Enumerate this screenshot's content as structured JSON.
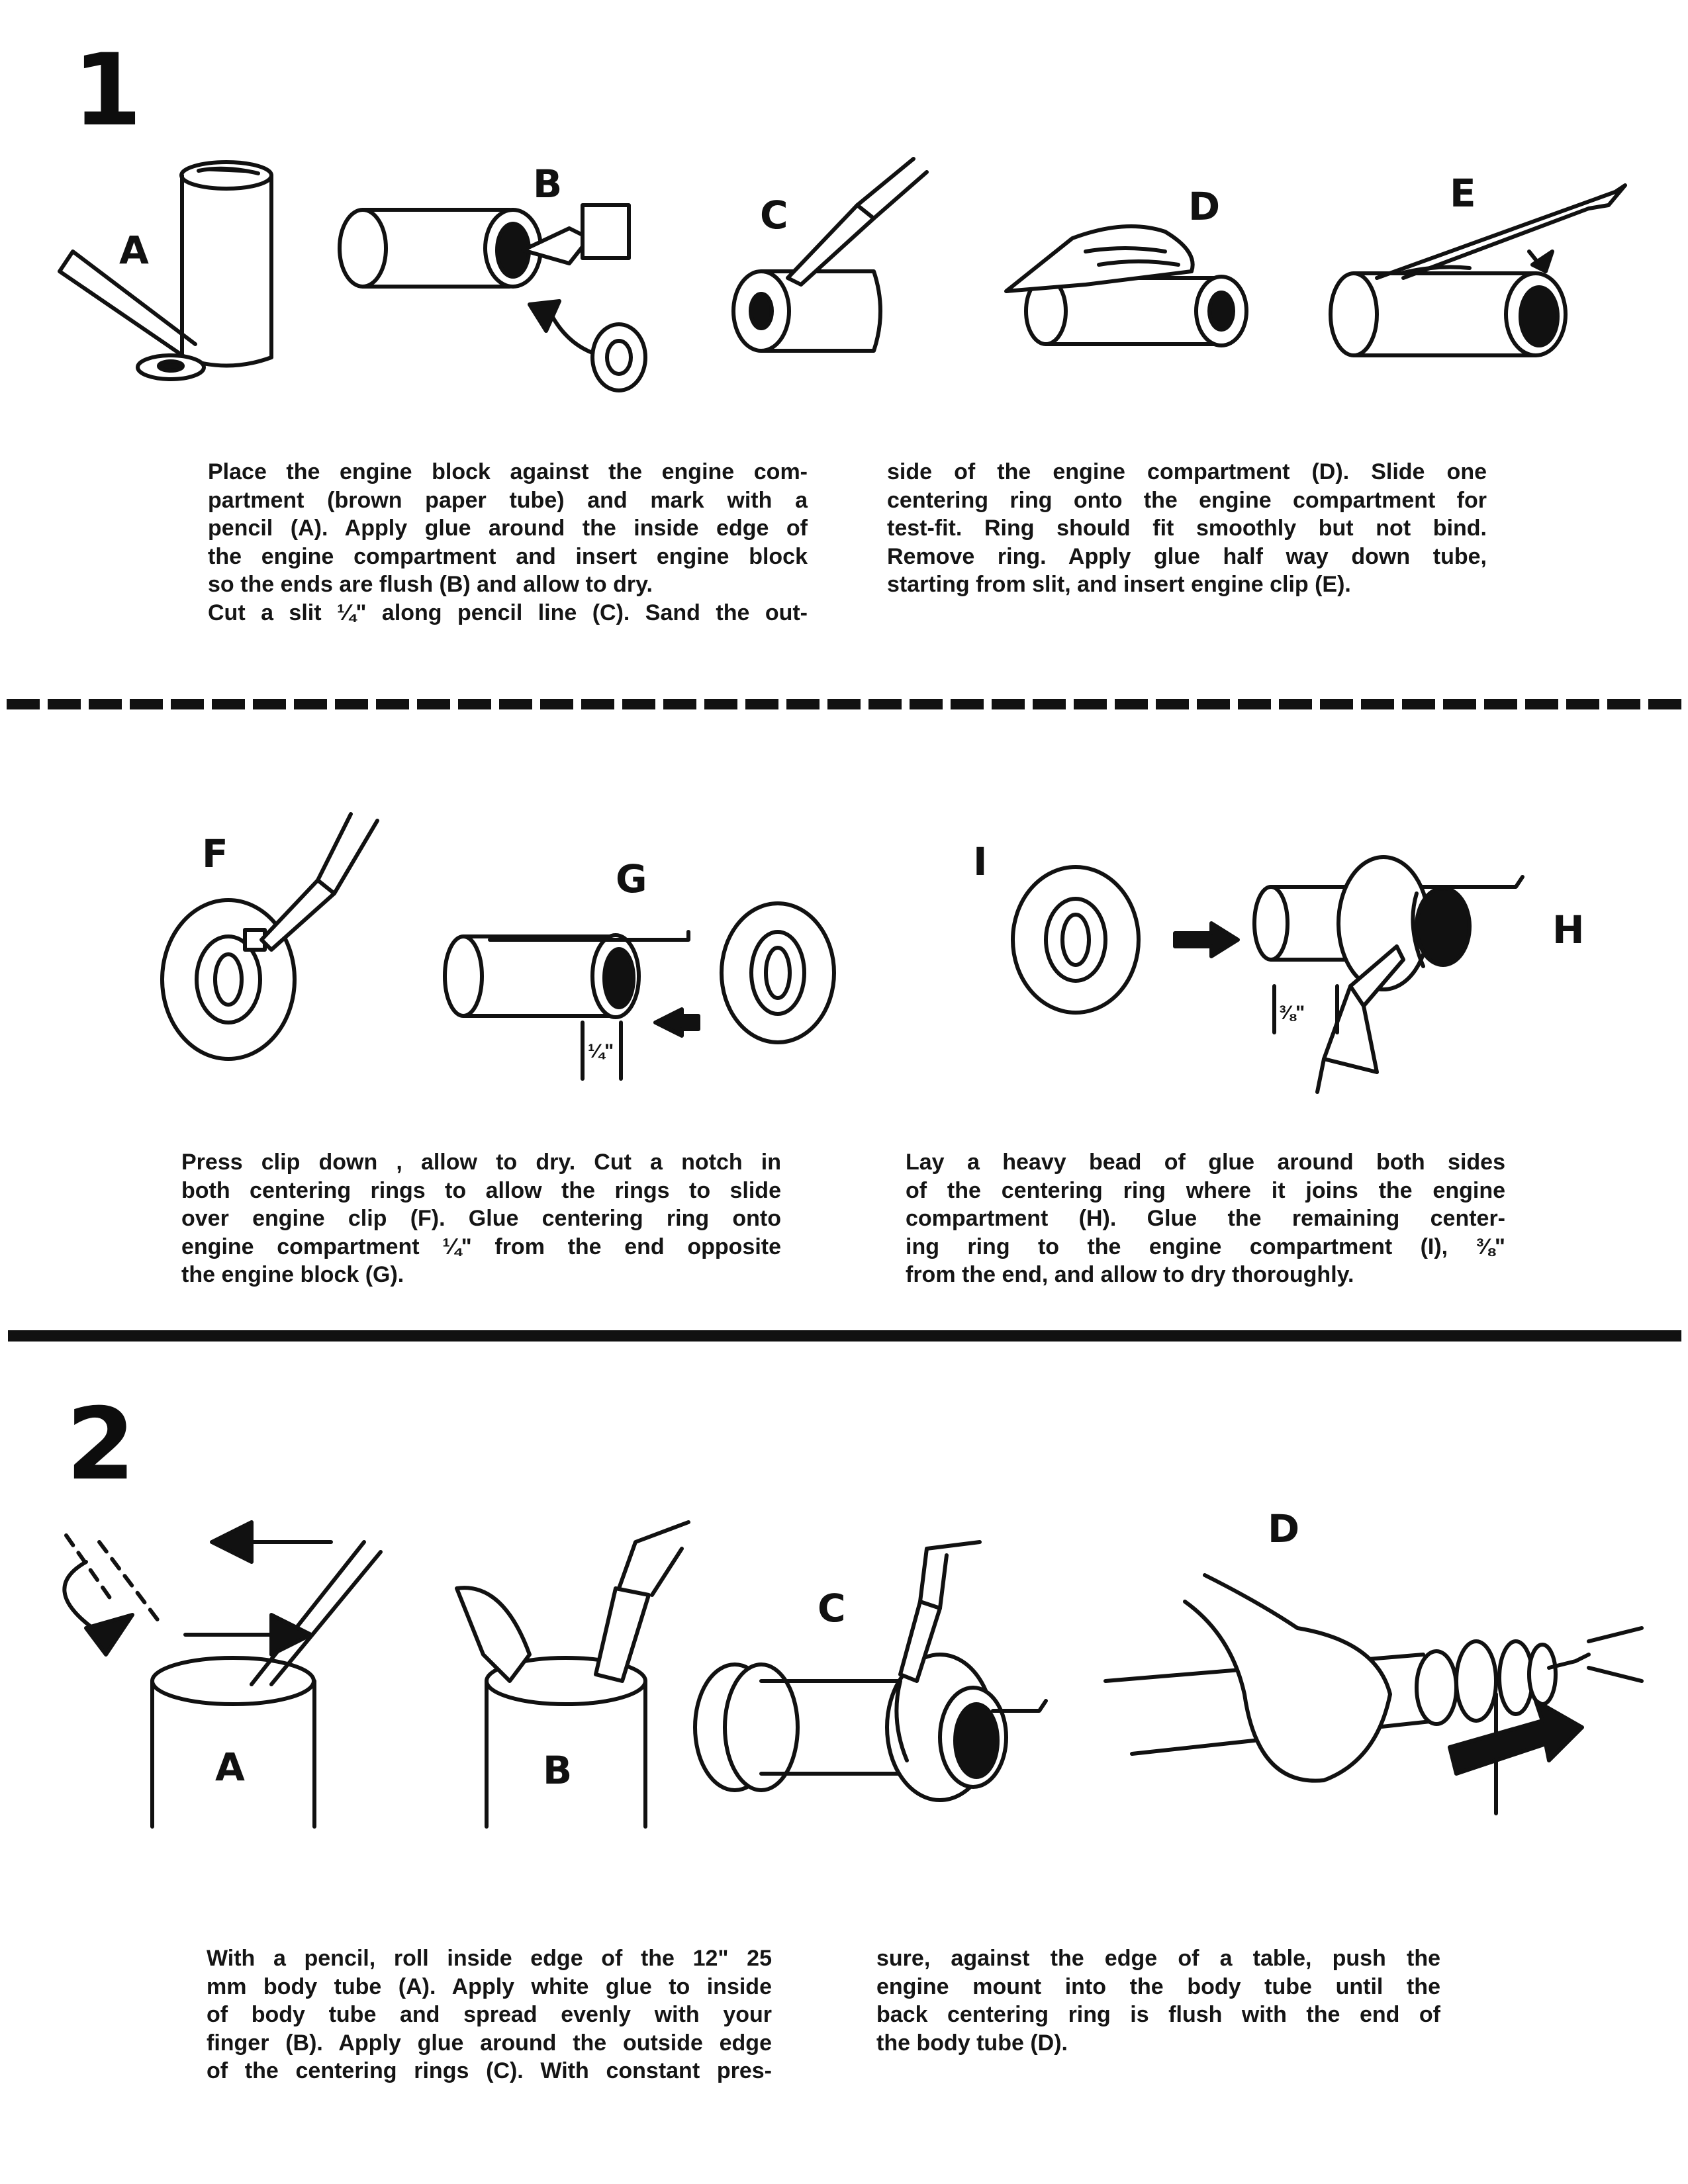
{
  "step1": {
    "number": "1",
    "labels": {
      "A": "A",
      "B": "B",
      "C": "C",
      "D": "D",
      "E": "E"
    },
    "left_lines": [
      "Place the engine block against the engine com-",
      "partment (brown paper tube) and mark with a",
      "pencil (A). Apply glue around the inside edge of",
      "the engine compartment and insert engine block",
      "so the ends are flush (B) and allow to dry.",
      "Cut a slit ¼\" along pencil line (C). Sand the out-"
    ],
    "right_lines": [
      "side of the engine compartment (D). Slide one",
      "centering ring onto the engine compartment for",
      "test-fit. Ring should fit smoothly but not bind.",
      "Remove ring. Apply glue half way down tube,",
      "starting from slit, and insert engine clip (E)."
    ]
  },
  "step1b": {
    "labels": {
      "F": "F",
      "G": "G",
      "I": "I",
      "H": "H"
    },
    "dim_quarter": "¼\"",
    "dim_three_eighths": "⅜\"",
    "left_lines": [
      "Press clip down , allow to dry. Cut a notch in",
      "both centering rings to allow the rings to slide",
      "over engine clip (F). Glue centering ring onto",
      "engine compartment ¼\" from the end opposite",
      "the engine block (G)."
    ],
    "right_lines": [
      "Lay a heavy bead of glue around both sides",
      "of the centering ring where it joins the engine",
      "compartment (H). Glue the remaining center-",
      "ing ring to the engine compartment (I), ⅜\"",
      "from the end, and allow to dry thoroughly."
    ]
  },
  "step2": {
    "number": "2",
    "labels": {
      "A": "A",
      "B": "B",
      "C": "C",
      "D": "D"
    },
    "left_lines": [
      "With a pencil, roll inside edge of the 12\" 25",
      "mm body tube (A). Apply white glue to inside",
      "of body tube and spread evenly with your",
      "finger (B). Apply glue around the outside edge",
      "of the centering rings (C). With constant pres-"
    ],
    "right_lines": [
      "sure, against the edge of a table, push the",
      "engine mount into the body tube until the",
      "back centering ring is flush with the end of",
      "the body tube (D)."
    ]
  }
}
